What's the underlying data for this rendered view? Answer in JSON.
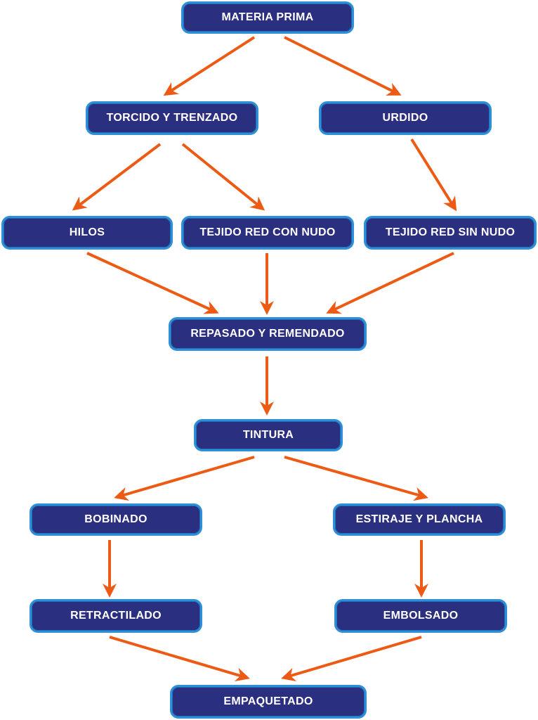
{
  "colors": {
    "box_fill": "#2b2f7f",
    "box_border": "#2f8fd8",
    "arrow": "#ec5a14",
    "text": "#ffffff"
  },
  "nodes": {
    "materia_prima": "MATERIA PRIMA",
    "torcido_trenzado": "TORCIDO Y TRENZADO",
    "urdido": "URDIDO",
    "hilos": "HILOS",
    "tejido_con_nudo": "TEJIDO RED CON NUDO",
    "tejido_sin_nudo": "TEJIDO RED SIN NUDO",
    "repasado_remendado": "REPASADO Y REMENDADO",
    "tintura": "TINTURA",
    "bobinado": "BOBINADO",
    "estiraje_plancha": "ESTIRAJE Y PLANCHA",
    "retractilado": "RETRACTILADO",
    "embolsado": "EMBOLSADO",
    "empaquetado": "EMPAQUETADO"
  },
  "edges": [
    [
      "materia_prima",
      "torcido_trenzado"
    ],
    [
      "materia_prima",
      "urdido"
    ],
    [
      "torcido_trenzado",
      "hilos"
    ],
    [
      "torcido_trenzado",
      "tejido_con_nudo"
    ],
    [
      "urdido",
      "tejido_sin_nudo"
    ],
    [
      "hilos",
      "repasado_remendado"
    ],
    [
      "tejido_con_nudo",
      "repasado_remendado"
    ],
    [
      "tejido_sin_nudo",
      "repasado_remendado"
    ],
    [
      "repasado_remendado",
      "tintura"
    ],
    [
      "tintura",
      "bobinado"
    ],
    [
      "tintura",
      "estiraje_plancha"
    ],
    [
      "bobinado",
      "retractilado"
    ],
    [
      "estiraje_plancha",
      "embolsado"
    ],
    [
      "retractilado",
      "empaquetado"
    ],
    [
      "embolsado",
      "empaquetado"
    ]
  ]
}
